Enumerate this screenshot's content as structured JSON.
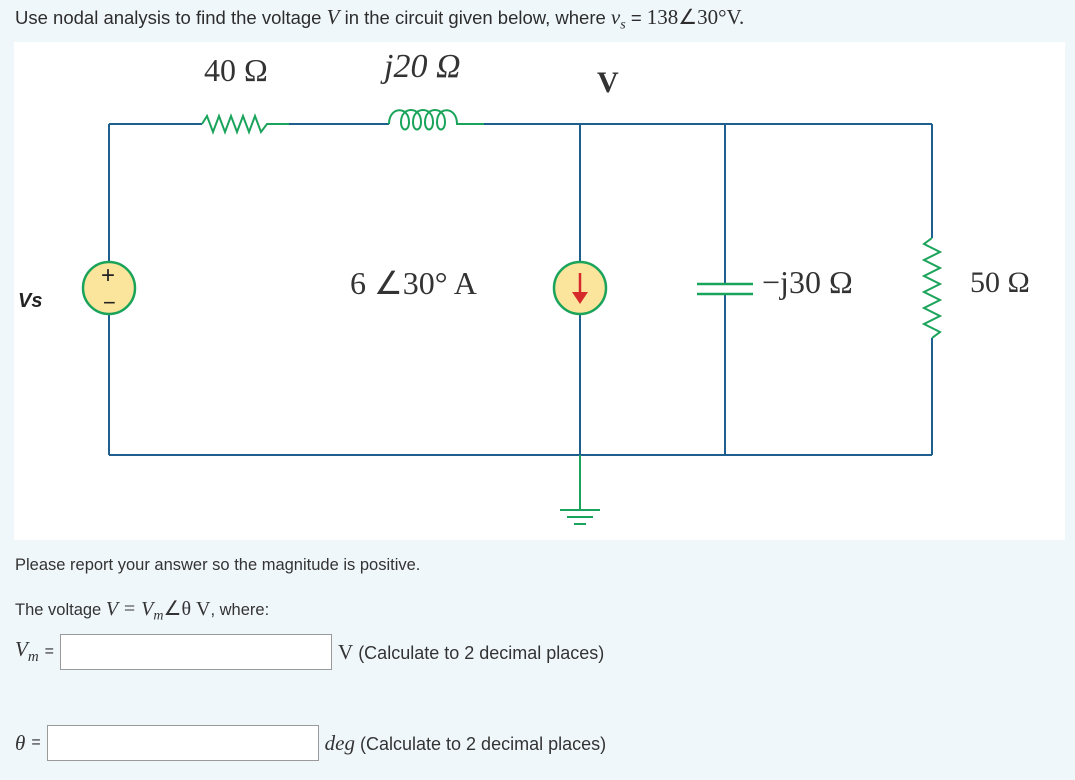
{
  "question": {
    "prefix": "Use nodal analysis to find the voltage ",
    "var": "V",
    "middle": " in the circuit given below, where ",
    "vs_sym": "v",
    "vs_sub": "s",
    "equals": " = ",
    "vs_value": "138∠30°V."
  },
  "circuit": {
    "r1_label": "40 Ω",
    "l1_label": "j20 Ω",
    "node_label": "V",
    "source_label": "Vs",
    "current_label": "6 ∠30° A",
    "cap_label": "−j30 Ω",
    "r2_label": "50 Ω",
    "plus_sign": "+",
    "minus_sign": "−"
  },
  "instructions": {
    "report": "Please report your answer so the magnitude is positive.",
    "voltage_prefix": "The voltage ",
    "voltage_expr": "V = V",
    "voltage_sub": "m",
    "voltage_angle": "∠θ V",
    "voltage_suffix": ", where:"
  },
  "answers": {
    "vm": {
      "var": "V",
      "sub": "m",
      "eq": "=",
      "value": "",
      "unit_sym": "V",
      "unit_note": " (Calculate to 2 decimal places)"
    },
    "theta": {
      "var": "θ",
      "eq": "=",
      "value": "",
      "unit_sym": "deg",
      "unit_note": " (Calculate to 2 decimal places)"
    }
  }
}
